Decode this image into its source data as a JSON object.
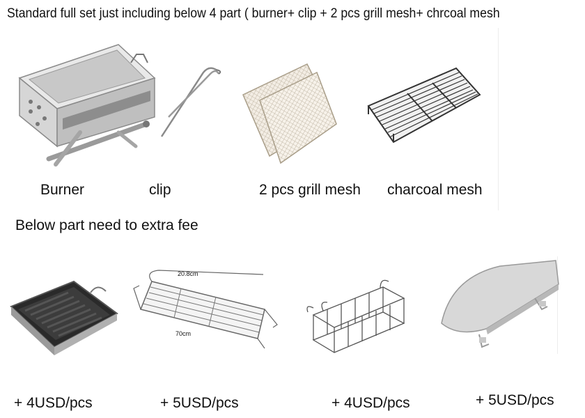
{
  "header": {
    "title": "Standard full set just including below 4 part ( burner+ clip + 2 pcs grill mesh+ chrcoal mesh"
  },
  "standard_parts": [
    {
      "label": "Burner"
    },
    {
      "label": "clip"
    },
    {
      "label": "2 pcs grill mesh"
    },
    {
      "label": "charcoal mesh"
    }
  ],
  "extra_section": {
    "title": "Below part need to extra fee"
  },
  "extra_parts": [
    {
      "price": "+ 4USD/pcs"
    },
    {
      "price": "+ 5USD/pcs",
      "dim_width": "20.8cm",
      "dim_length": "70cm"
    },
    {
      "price": "+ 4USD/pcs"
    },
    {
      "price": "+ 5USD/pcs"
    }
  ]
}
